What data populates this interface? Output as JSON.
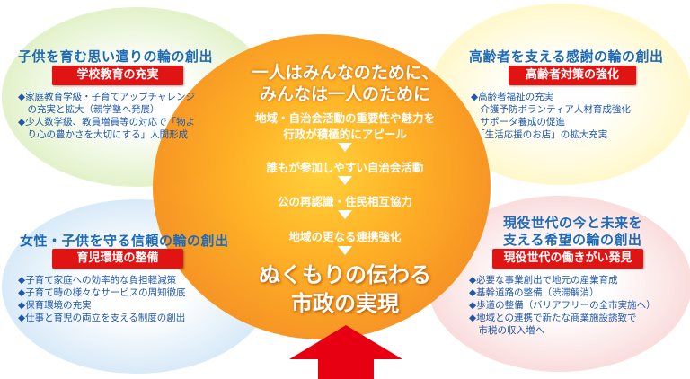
{
  "center": {
    "slogan1": "一人はみんなのために、",
    "slogan2": "みんなは一人のために",
    "step1_line1": "地域・自治会活動の重要性や魅力を",
    "step1_line2": "行政が積極的にアピール",
    "step2": "誰もが参加しやすい自治会活動",
    "step3": "公の再認識・住民相互協力",
    "step4": "地域の更なる連携強化",
    "result1": "ぬくもりの伝わる",
    "result2": "市政の実現"
  },
  "quadrants": {
    "top_left": {
      "title": "子供を育む思い遣りの輪の創出",
      "badge": "学校教育の充実",
      "items": [
        "◆家庭教育学級・子育てアップチャレンジ",
        "　の充実と拡大（親学塾へ発展）",
        "◆少人数学級、教員増員等の対応で「物よ",
        "　り心の豊かさを大切にする」人間形成"
      ]
    },
    "top_right": {
      "title": "高齢者を支える感謝の輪の創出",
      "badge": "高齢者対策の強化",
      "items": [
        "◆高齢者福祉の充実",
        "　介護予防ボランティア人材育成強化",
        "　サポータ養成の促進",
        "　「生活応援のお店」の拡大充実"
      ]
    },
    "bottom_left": {
      "title": "女性・子供を守る信頼の輪の創出",
      "badge": "育児環境の整備",
      "items": [
        "◆子育て家庭への効率的な負担軽減策",
        "◆子育て時の様々なサービスの周知徹底",
        "◆保育環境の充実",
        "◆仕事と育児の両立を支える制度の創出"
      ]
    },
    "bottom_right": {
      "title_line1": "現役世代の今と未来を",
      "title_line2": "支える希望の輪の創出",
      "badge": "現役世代の働きがい発見",
      "items": [
        "◆必要な事業創出で地元の産業育成",
        "◆基幹道路の整備（渋滞解消）",
        "◆歩道の整備（バリアフリーの全市実施へ）",
        "◆地域との連携で新たな商業施設誘致で",
        "　市税の収入増へ"
      ]
    }
  },
  "colors": {
    "title_blue": "#1d6ab5",
    "badge_red": "#e11414",
    "center_orange": "#f7931e",
    "arrow_red": "#e60012"
  }
}
